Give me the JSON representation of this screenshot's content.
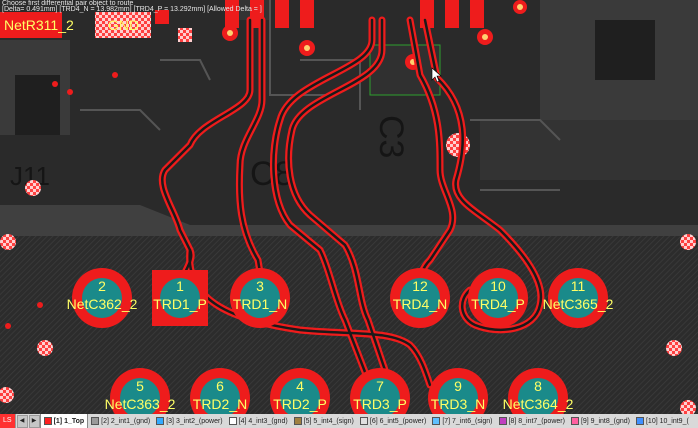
{
  "status": {
    "line1": "Choose first differential pair object to route",
    "line2": "[Delta= 0.491mm] [TRD4_N = 13.982mm] [TRD4_P = 13.292mm] [Allowed Delta = ]"
  },
  "nets": {
    "top_left": "NetR311_2",
    "gnd": "GND"
  },
  "silkscreen": {
    "ref_c3": "C3",
    "ref_j11": "J11",
    "ref_c8": "C8"
  },
  "pads": {
    "p1": {
      "number": "1",
      "net": "TRD1_P"
    },
    "p2": {
      "number": "2",
      "net": "NetC362_2"
    },
    "p3": {
      "number": "3",
      "net": "TRD1_N"
    },
    "p12": {
      "number": "12",
      "net": "TRD4_N"
    },
    "p10": {
      "number": "10",
      "net": "TRD4_P"
    },
    "p11": {
      "number": "11",
      "net": "NetC365_2"
    },
    "p5": {
      "number": "5",
      "net": "NetC363_2"
    },
    "p6": {
      "number": "6",
      "net": "TRD2_N"
    },
    "p4": {
      "number": "4",
      "net": "TRD2_P"
    },
    "p7": {
      "number": "7",
      "net": "TRD3_P"
    },
    "p9": {
      "number": "9",
      "net": "TRD3_N"
    },
    "p8": {
      "number": "8",
      "net": "NetC364_2"
    }
  },
  "layer_bar": {
    "ls_label": "LS",
    "layers": [
      {
        "label": "[1] 1_Top",
        "color": "#ff2020",
        "active": true
      },
      {
        "label": "[2] 2_int1_(gnd)",
        "color": "#9a9a9a",
        "active": false
      },
      {
        "label": "[3] 3_int2_(power)",
        "color": "#33aaff",
        "active": false
      },
      {
        "label": "[4] 4_int3_(gnd)",
        "color": "#ffffff",
        "active": false
      },
      {
        "label": "[5] 5_int4_(sign)",
        "color": "#a08040",
        "active": false
      },
      {
        "label": "[6] 6_int5_(power)",
        "color": "#e0e0e0",
        "active": false
      },
      {
        "label": "[7] 7_int6_(sign)",
        "color": "#60c0ff",
        "active": false
      },
      {
        "label": "[8] 8_int7_(power)",
        "color": "#c040c0",
        "active": false
      },
      {
        "label": "[9] 9_int8_(gnd)",
        "color": "#ff60a0",
        "active": false
      },
      {
        "label": "[10] 10_int9_(",
        "color": "#4090ff",
        "active": false
      }
    ]
  },
  "colors": {
    "copper": "#ee1c1c",
    "pad_center": "#1a8a8a",
    "label": "#ffff66",
    "plane": "#3a3a3a",
    "background": "#242424"
  }
}
